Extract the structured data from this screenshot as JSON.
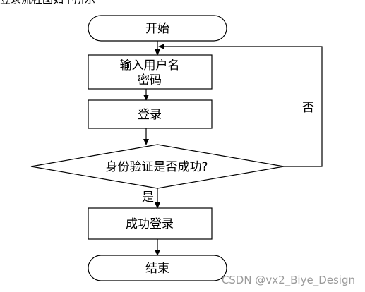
{
  "top_caption": "登录流程图如下所示",
  "nodes": {
    "start": "开始",
    "input_line1": "输入用户名",
    "input_line2": "密码",
    "login": "登录",
    "decision": "身份验证是否成功?",
    "success": "成功登录",
    "end": "结束"
  },
  "edge_labels": {
    "no": "否",
    "yes": "是"
  },
  "watermark": "CSDN @vx2_Biye_Design"
}
